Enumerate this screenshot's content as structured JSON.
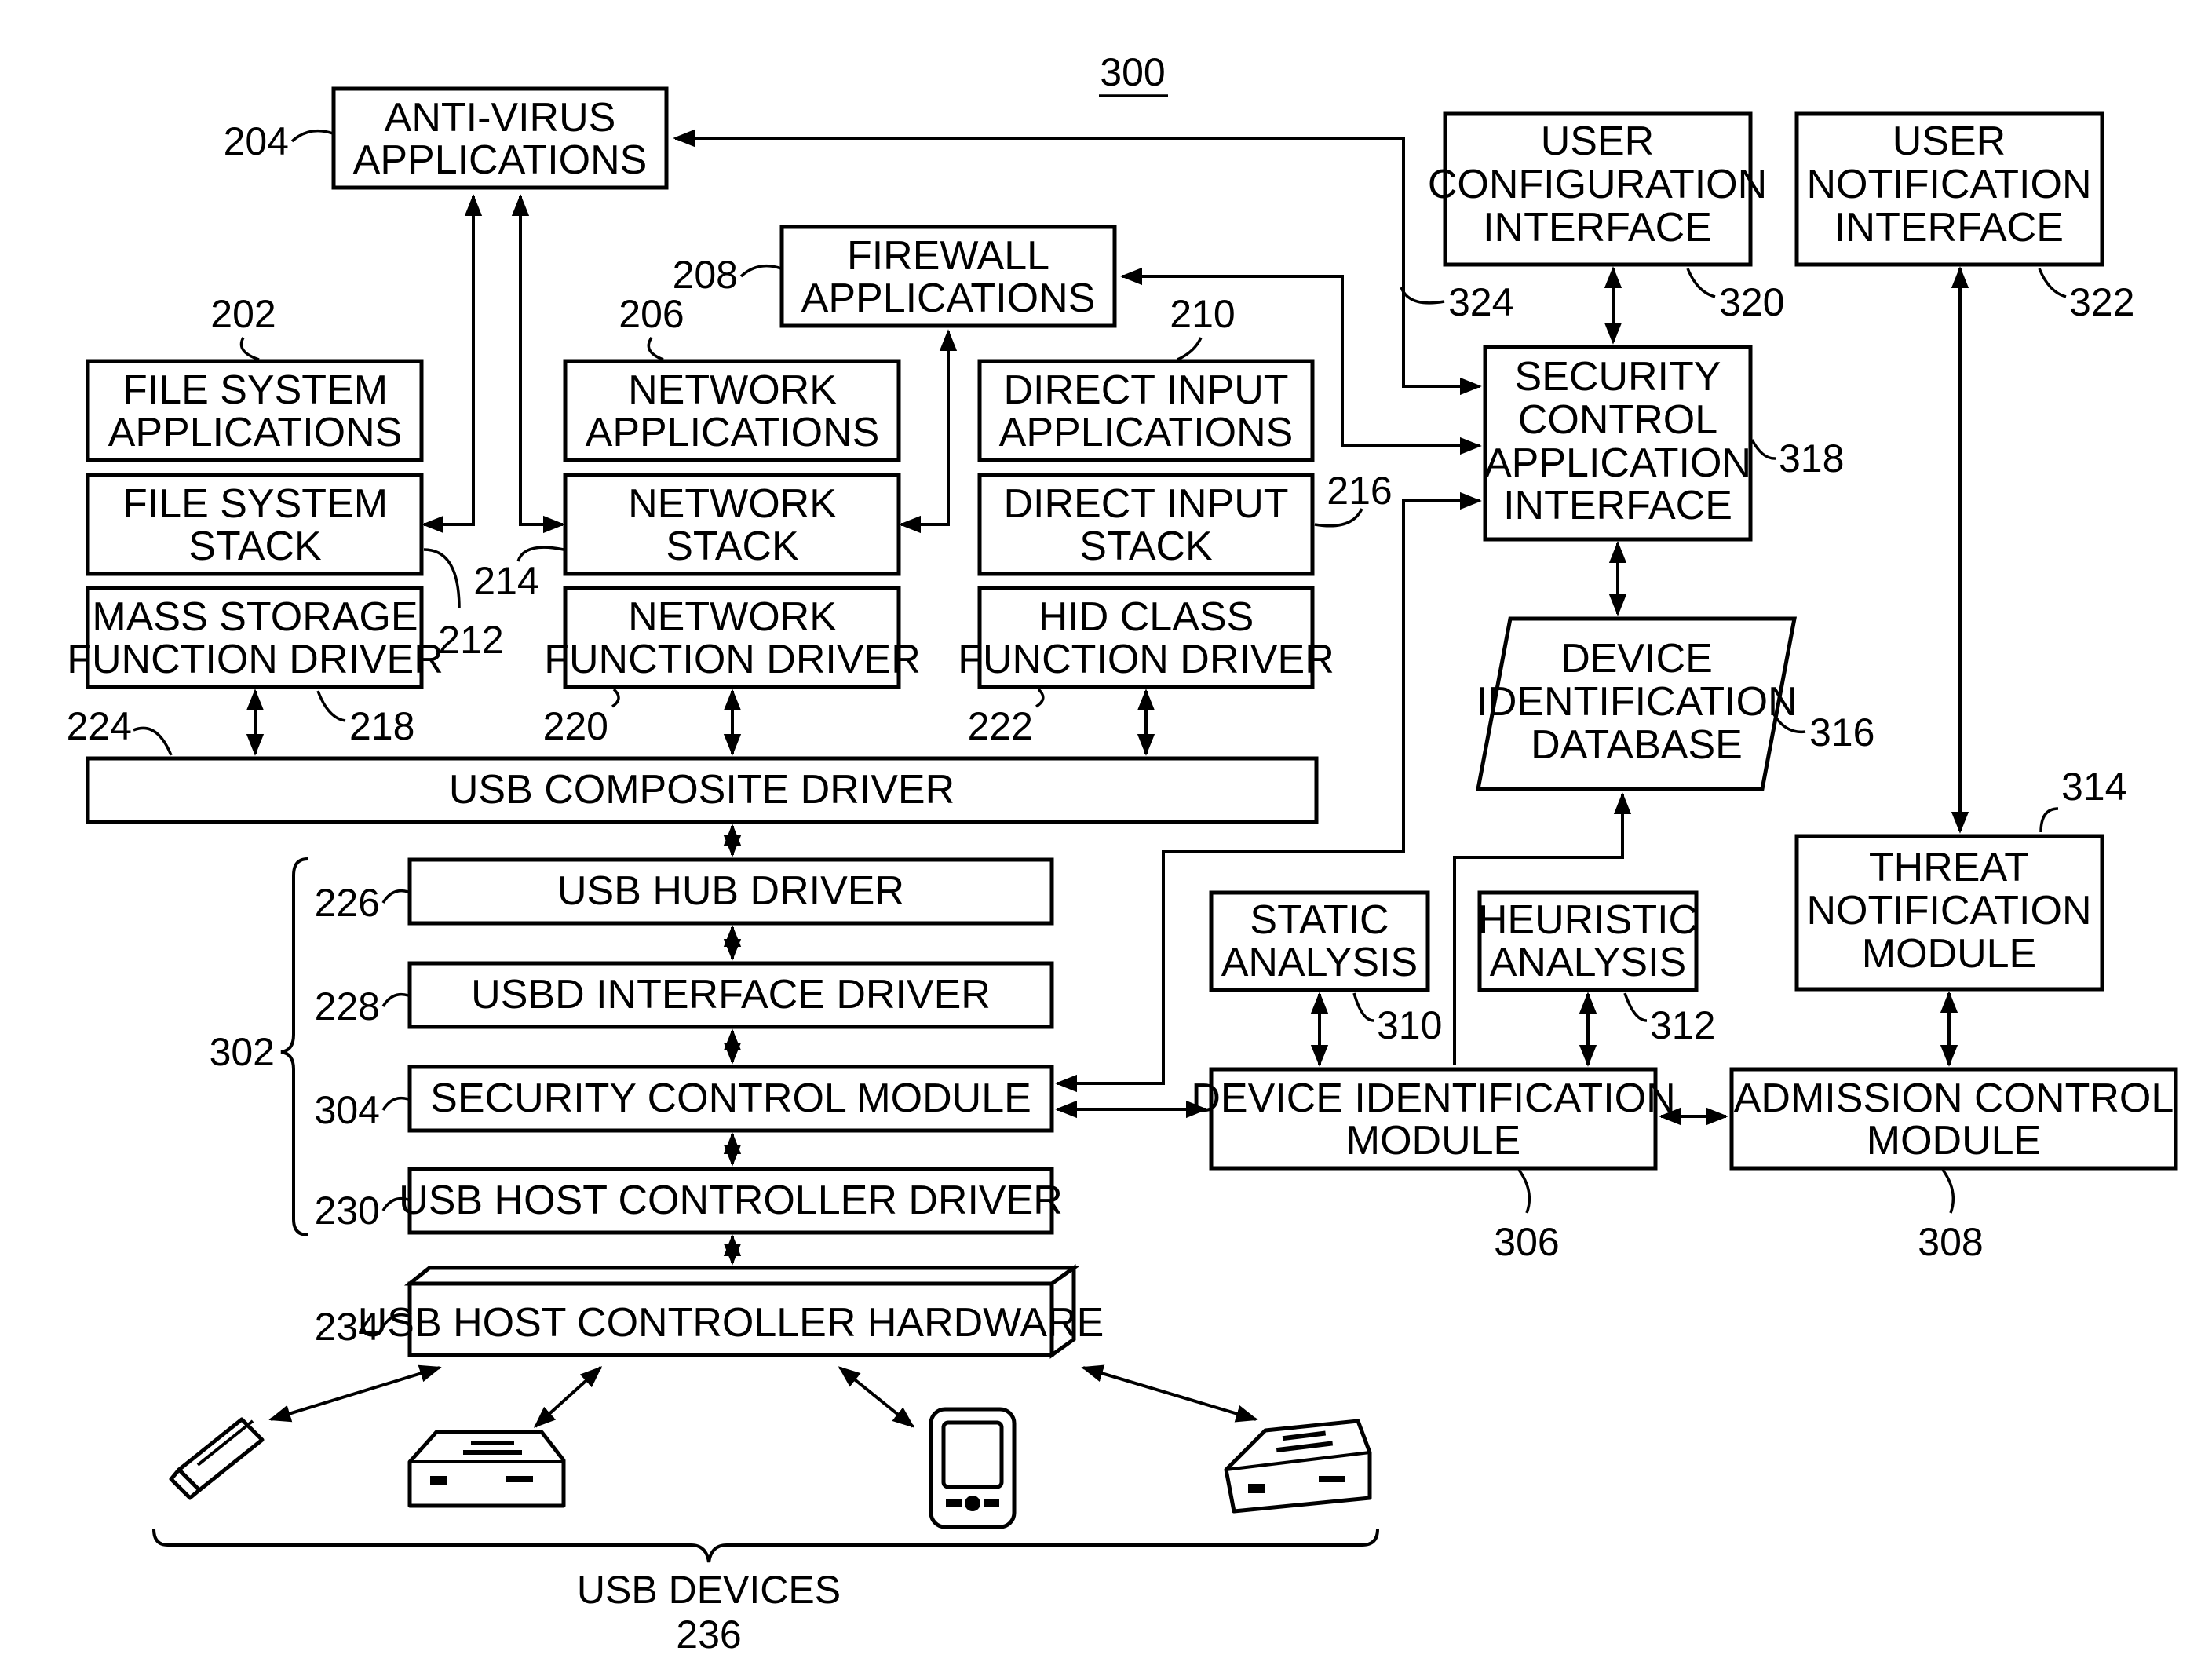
{
  "figure_number": "300",
  "blocks": {
    "anti_virus": [
      "ANTI-VIRUS",
      "APPLICATIONS"
    ],
    "firewall": [
      "FIREWALL",
      "APPLICATIONS"
    ],
    "file_system_apps": [
      "FILE SYSTEM",
      "APPLICATIONS"
    ],
    "network_apps": [
      "NETWORK",
      "APPLICATIONS"
    ],
    "direct_input_apps": [
      "DIRECT INPUT",
      "APPLICATIONS"
    ],
    "file_system_stack": [
      "FILE SYSTEM",
      "STACK"
    ],
    "network_stack": [
      "NETWORK",
      "STACK"
    ],
    "direct_input_stack": [
      "DIRECT INPUT",
      "STACK"
    ],
    "mass_storage_driver": [
      "MASS STORAGE",
      "FUNCTION DRIVER"
    ],
    "network_function_driver": [
      "NETWORK",
      "FUNCTION DRIVER"
    ],
    "hid_class_driver": [
      "HID CLASS",
      "FUNCTION DRIVER"
    ],
    "usb_composite_driver": [
      "USB COMPOSITE DRIVER"
    ],
    "usb_hub_driver": [
      "USB HUB DRIVER"
    ],
    "usbd_interface_driver": [
      "USBD INTERFACE DRIVER"
    ],
    "security_control_module": [
      "SECURITY CONTROL MODULE"
    ],
    "usb_host_controller_driver": [
      "USB HOST CONTROLLER DRIVER"
    ],
    "usb_host_controller_hardware": [
      "USB HOST CONTROLLER HARDWARE"
    ],
    "user_configuration_interface": [
      "USER",
      "CONFIGURATION",
      "INTERFACE"
    ],
    "user_notification_interface": [
      "USER",
      "NOTIFICATION",
      "INTERFACE"
    ],
    "security_control_api": [
      "SECURITY",
      "CONTROL",
      "APPLICATION",
      "INTERFACE"
    ],
    "device_identification_database": [
      "DEVICE",
      "IDENTIFICATION",
      "DATABASE"
    ],
    "static_analysis": [
      "STATIC",
      "ANALYSIS"
    ],
    "heuristic_analysis": [
      "HEURISTIC",
      "ANALYSIS"
    ],
    "threat_notification_module": [
      "THREAT",
      "NOTIFICATION",
      "MODULE"
    ],
    "device_identification_module": [
      "DEVICE IDENTIFICATION",
      "MODULE"
    ],
    "admission_control_module": [
      "ADMISSION CONTROL",
      "MODULE"
    ],
    "usb_devices": [
      "USB DEVICES"
    ]
  },
  "refs": {
    "anti_virus": "204",
    "firewall": "208",
    "file_system_apps": "202",
    "network_apps": "206",
    "direct_input_apps": "210",
    "file_system_stack": "212",
    "network_stack": "214",
    "direct_input_stack": "216",
    "mass_storage_driver": "218",
    "network_function_driver": "220",
    "hid_class_driver": "222",
    "usb_composite_driver": "224",
    "usb_hub_driver": "226",
    "usbd_interface_driver": "228",
    "security_control_module": "304",
    "usb_host_controller_driver": "230",
    "usb_host_controller_hardware": "234",
    "usb_devices": "236",
    "bracket_group": "302",
    "user_configuration_interface": "320",
    "user_notification_interface": "322",
    "anti_virus_link": "324",
    "security_control_api": "318",
    "device_identification_database": "316",
    "static_analysis": "310",
    "heuristic_analysis": "312",
    "threat_notification_module": "314",
    "device_identification_module": "306",
    "admission_control_module": "308"
  }
}
